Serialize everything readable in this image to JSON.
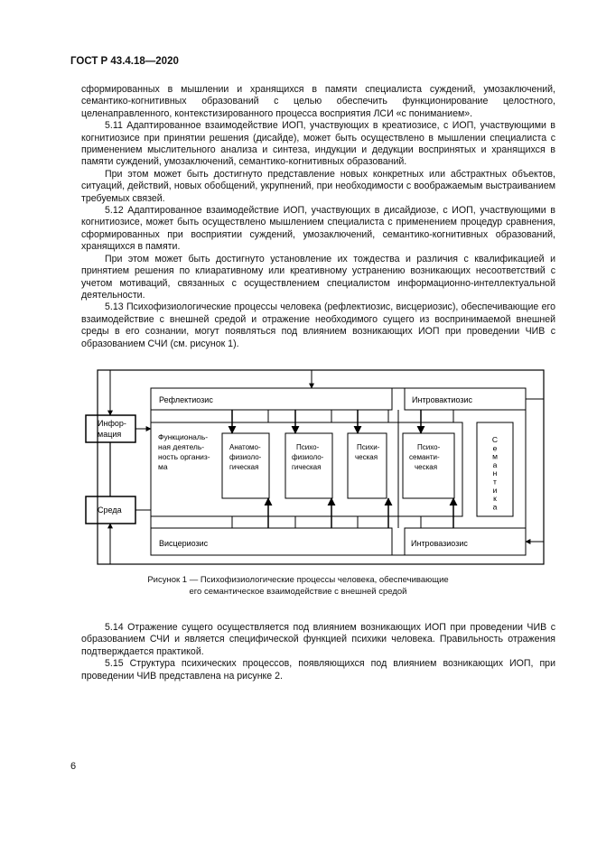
{
  "header": {
    "standard": "ГОСТ Р 43.4.18—2020"
  },
  "top_paragraphs": [
    "сформированных в мышлении и хранящихся в памяти специалиста суждений, умозаключений, семантико-когнитивных образований с целью обеспечить функционирование целостного, целенаправленного, контекстизированного процесса восприятия ЛСИ «с пониманием».",
    "5.11 Адаптированное взаимодействие ИОП, участвующих в креатиозисе, с ИОП, участвующими в когнитиозисе при принятии решения (дисайде), может быть осуществлено в мышлении специалиста с применением мыслительного анализа и синтеза, индукции и дедукции воспринятых и хранящихся в памяти суждений, умозаключений, семантико-когнитивных образований.",
    "При этом может быть достигнуто представление новых конкретных или абстрактных объектов, ситуаций, действий, новых обобщений, укрупнений, при необходимости с воображаемым выстраиванием требуемых связей.",
    "5.12 Адаптированное взаимодействие ИОП, участвующих в дисайдиозе, с ИОП, участвующими в когнитиозисе, может быть осуществлено мышлением специалиста с применением процедур сравнения, сформированных при восприятии суждений, умозаключений, семантико-когнитивных образований, хранящихся в памяти.",
    "При этом может быть достигнуто установление их тождества и различия с квалификацией и принятием решения по клиаративному или креативному устранению возникающих несоответствий с учетом мотиваций, связанных с осуществлением специалистом информационно-интеллектуальной деятельности.",
    "5.13 Психофизиологические процессы человека (рефлектиозис, висцериозис), обеспечивающие его взаимодействие с внешней средой и отражение необходимого сущего из воспринимаемой внешней среды в его сознании, могут появляться под влиянием возникающих ИОП при проведении ЧИВ с образованием СЧИ (см. рисунок 1)."
  ],
  "diagram": {
    "informatsiya": [
      "Инфор-",
      "мация"
    ],
    "sreda": "Среда",
    "reflektiozis": "Рефлектиозис",
    "introvaktiozis": "Интровактиозис",
    "vistseriozis": "Висцериозис",
    "introvaziozis": "Интровазиозис",
    "func": [
      "Функциональ-",
      "ная деятель-",
      "ность организ-",
      "ма"
    ],
    "anatomo": [
      "Анатомо-",
      "физиоло-",
      "гическая"
    ],
    "psikhofiz": [
      "Психо-",
      "физиоло-",
      "гическая"
    ],
    "psikhicheskaya": [
      "Психи-",
      "ческая"
    ],
    "psikhosem": [
      "Психо-",
      "семанти-",
      "ческая"
    ],
    "semantika": [
      "С",
      "е",
      "м",
      "а",
      "н",
      "т",
      "и",
      "к",
      "а"
    ]
  },
  "caption": {
    "line1": "Рисунок 1 — Психофизиологические процессы человека, обеспечивающие",
    "line2": "его семантическое взаимодействие с внешней средой"
  },
  "bottom_paragraphs": [
    "5.14 Отражение сущего осуществляется под влиянием возникающих ИОП при проведении ЧИВ с образованием СЧИ и является специфической функцией психики человека. Правильность отражения подтверждается практикой.",
    "5.15 Структура психических процессов, появляющихся под влиянием возникающих ИОП, при проведении ЧИВ представлена на рисунке 2."
  ],
  "page_number": "6"
}
